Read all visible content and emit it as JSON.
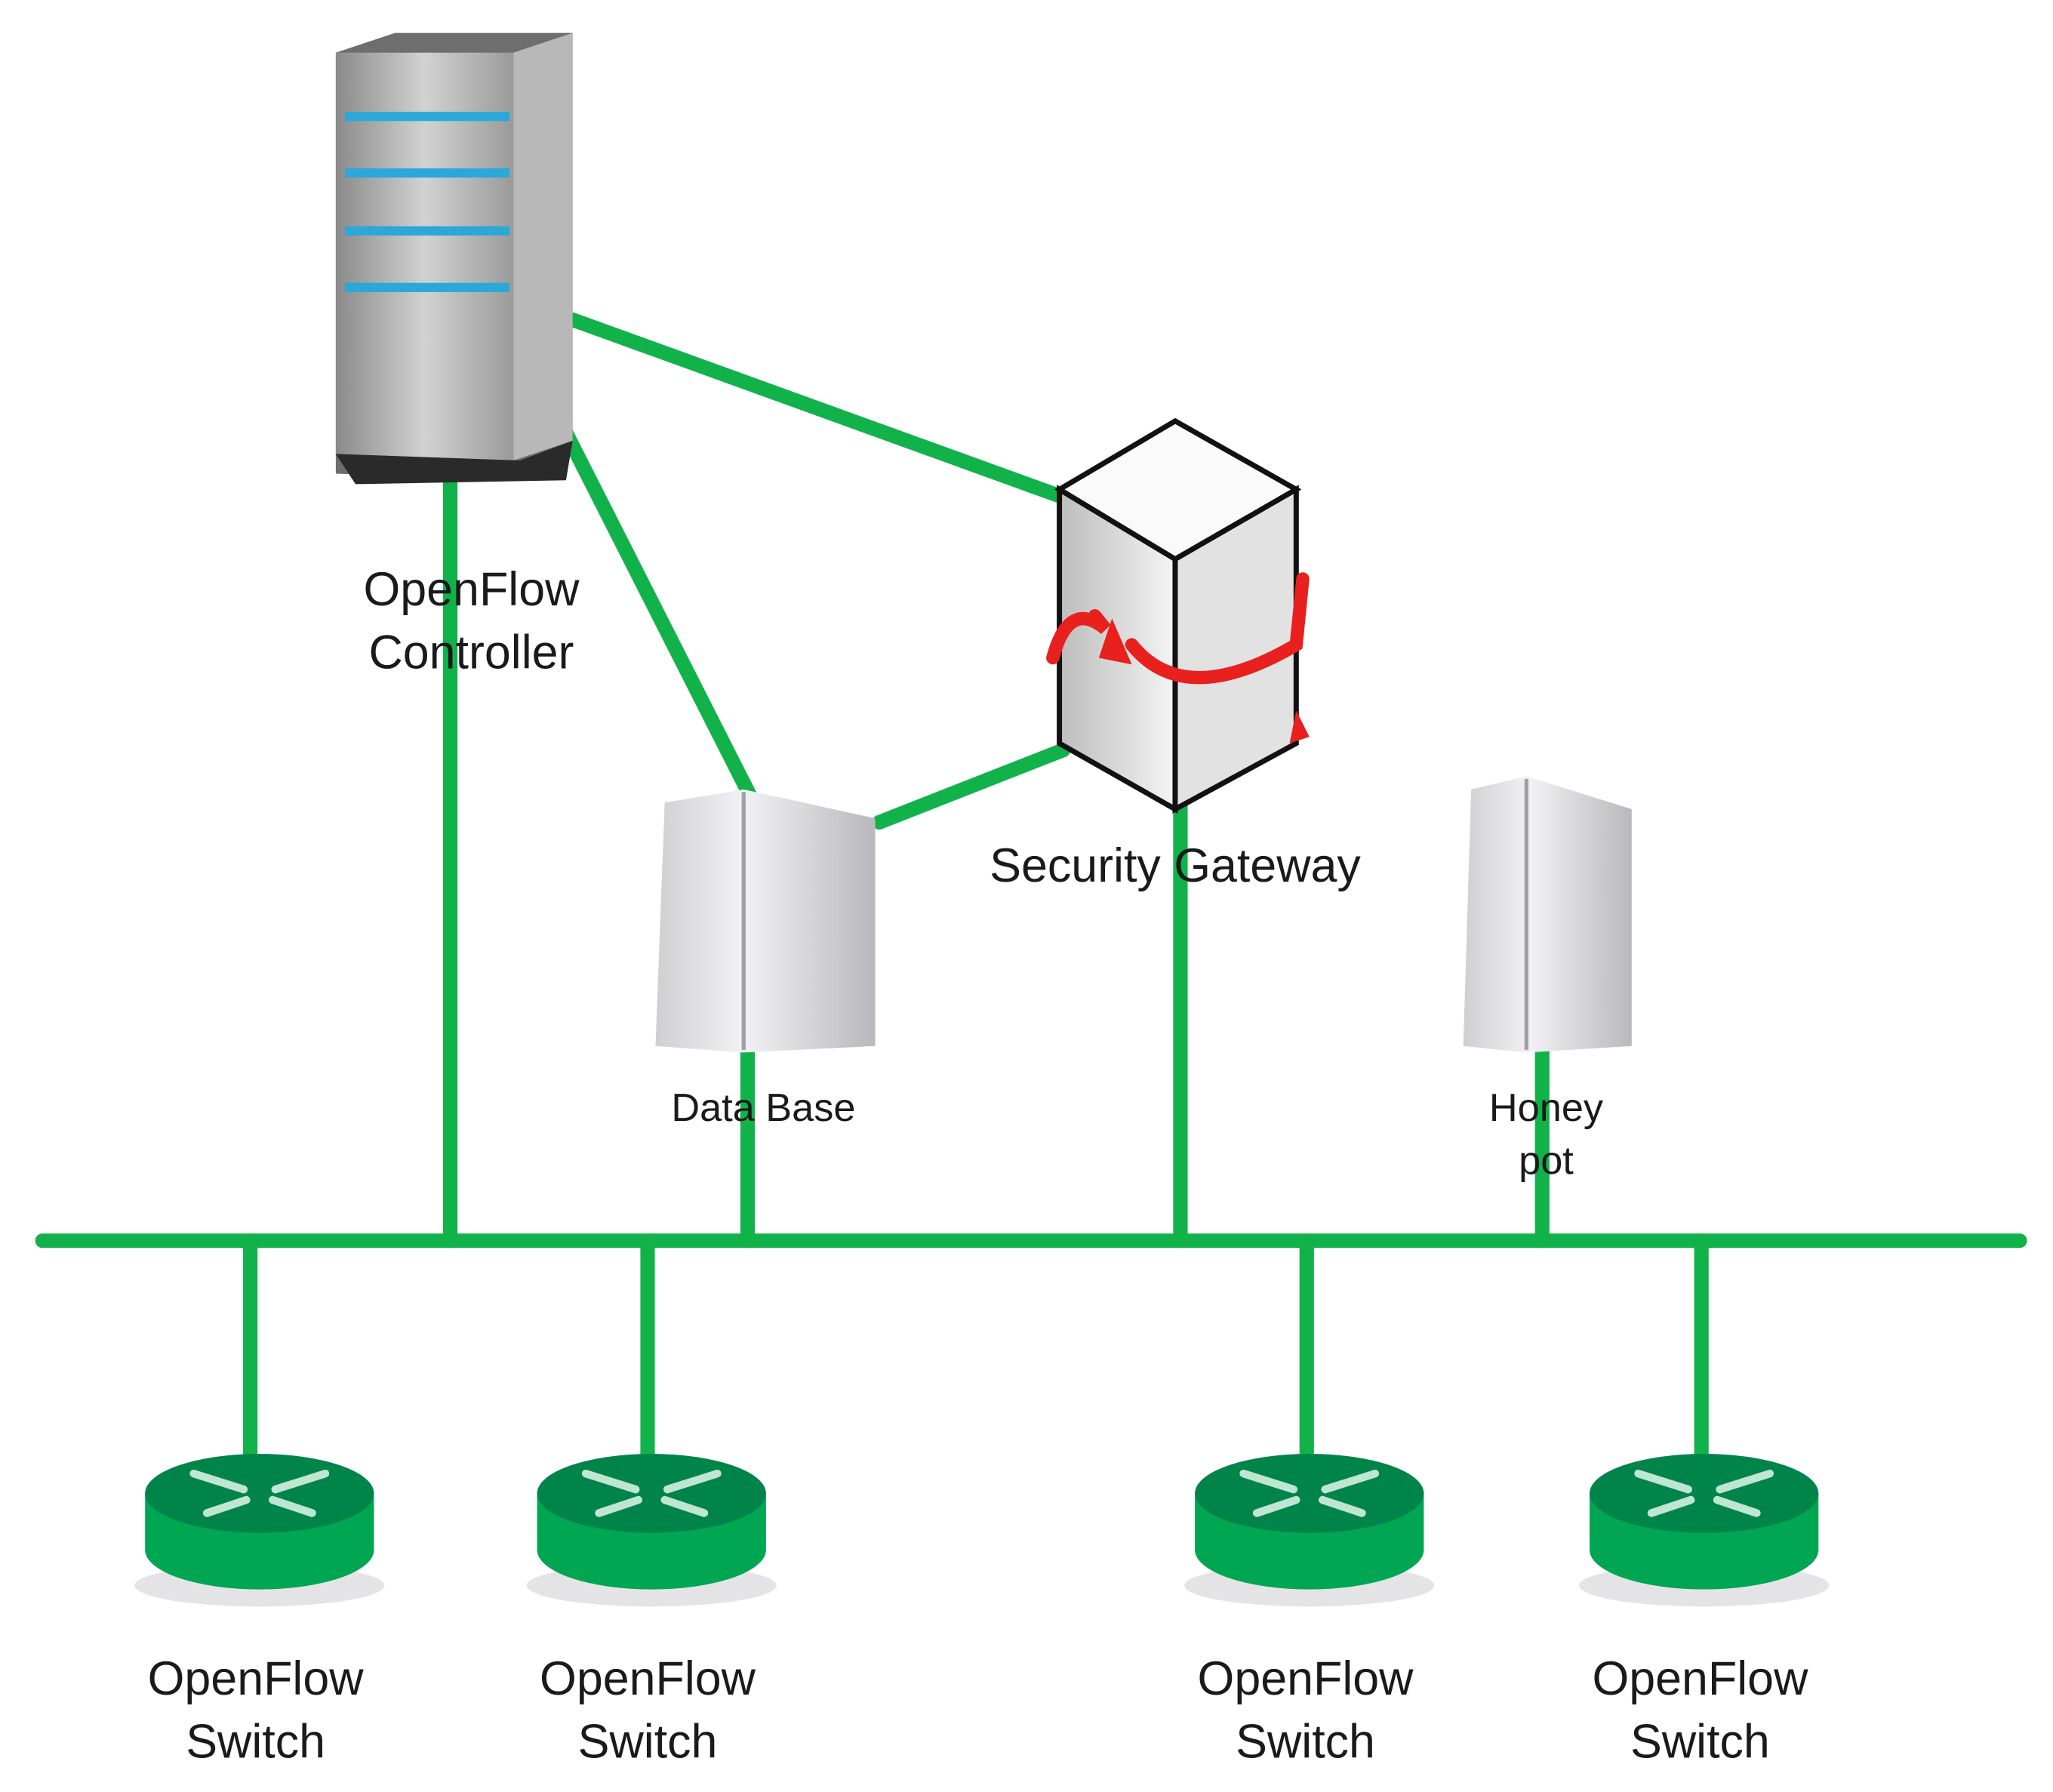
{
  "colors": {
    "link": "#12b24a",
    "switch_top": "#00844a",
    "switch_body": "#00a652",
    "arrow": "#e8201e"
  },
  "nodes": {
    "controller": {
      "lines": [
        "OpenFlow",
        "Controller"
      ],
      "icon": "server-tower-icon"
    },
    "gateway": {
      "label": "Security Gateway",
      "icon": "firewall-cube-icon"
    },
    "database": {
      "label": "Data Base",
      "icon": "server-icon"
    },
    "honeypot": {
      "lines": [
        "Honey",
        "pot"
      ],
      "icon": "server-icon"
    },
    "switches": [
      {
        "lines": [
          "OpenFlow",
          "Switch"
        ]
      },
      {
        "lines": [
          "OpenFlow",
          "Switch"
        ]
      },
      {
        "lines": [
          "OpenFlow",
          "Switch"
        ]
      },
      {
        "lines": [
          "OpenFlow",
          "Switch"
        ]
      }
    ]
  }
}
